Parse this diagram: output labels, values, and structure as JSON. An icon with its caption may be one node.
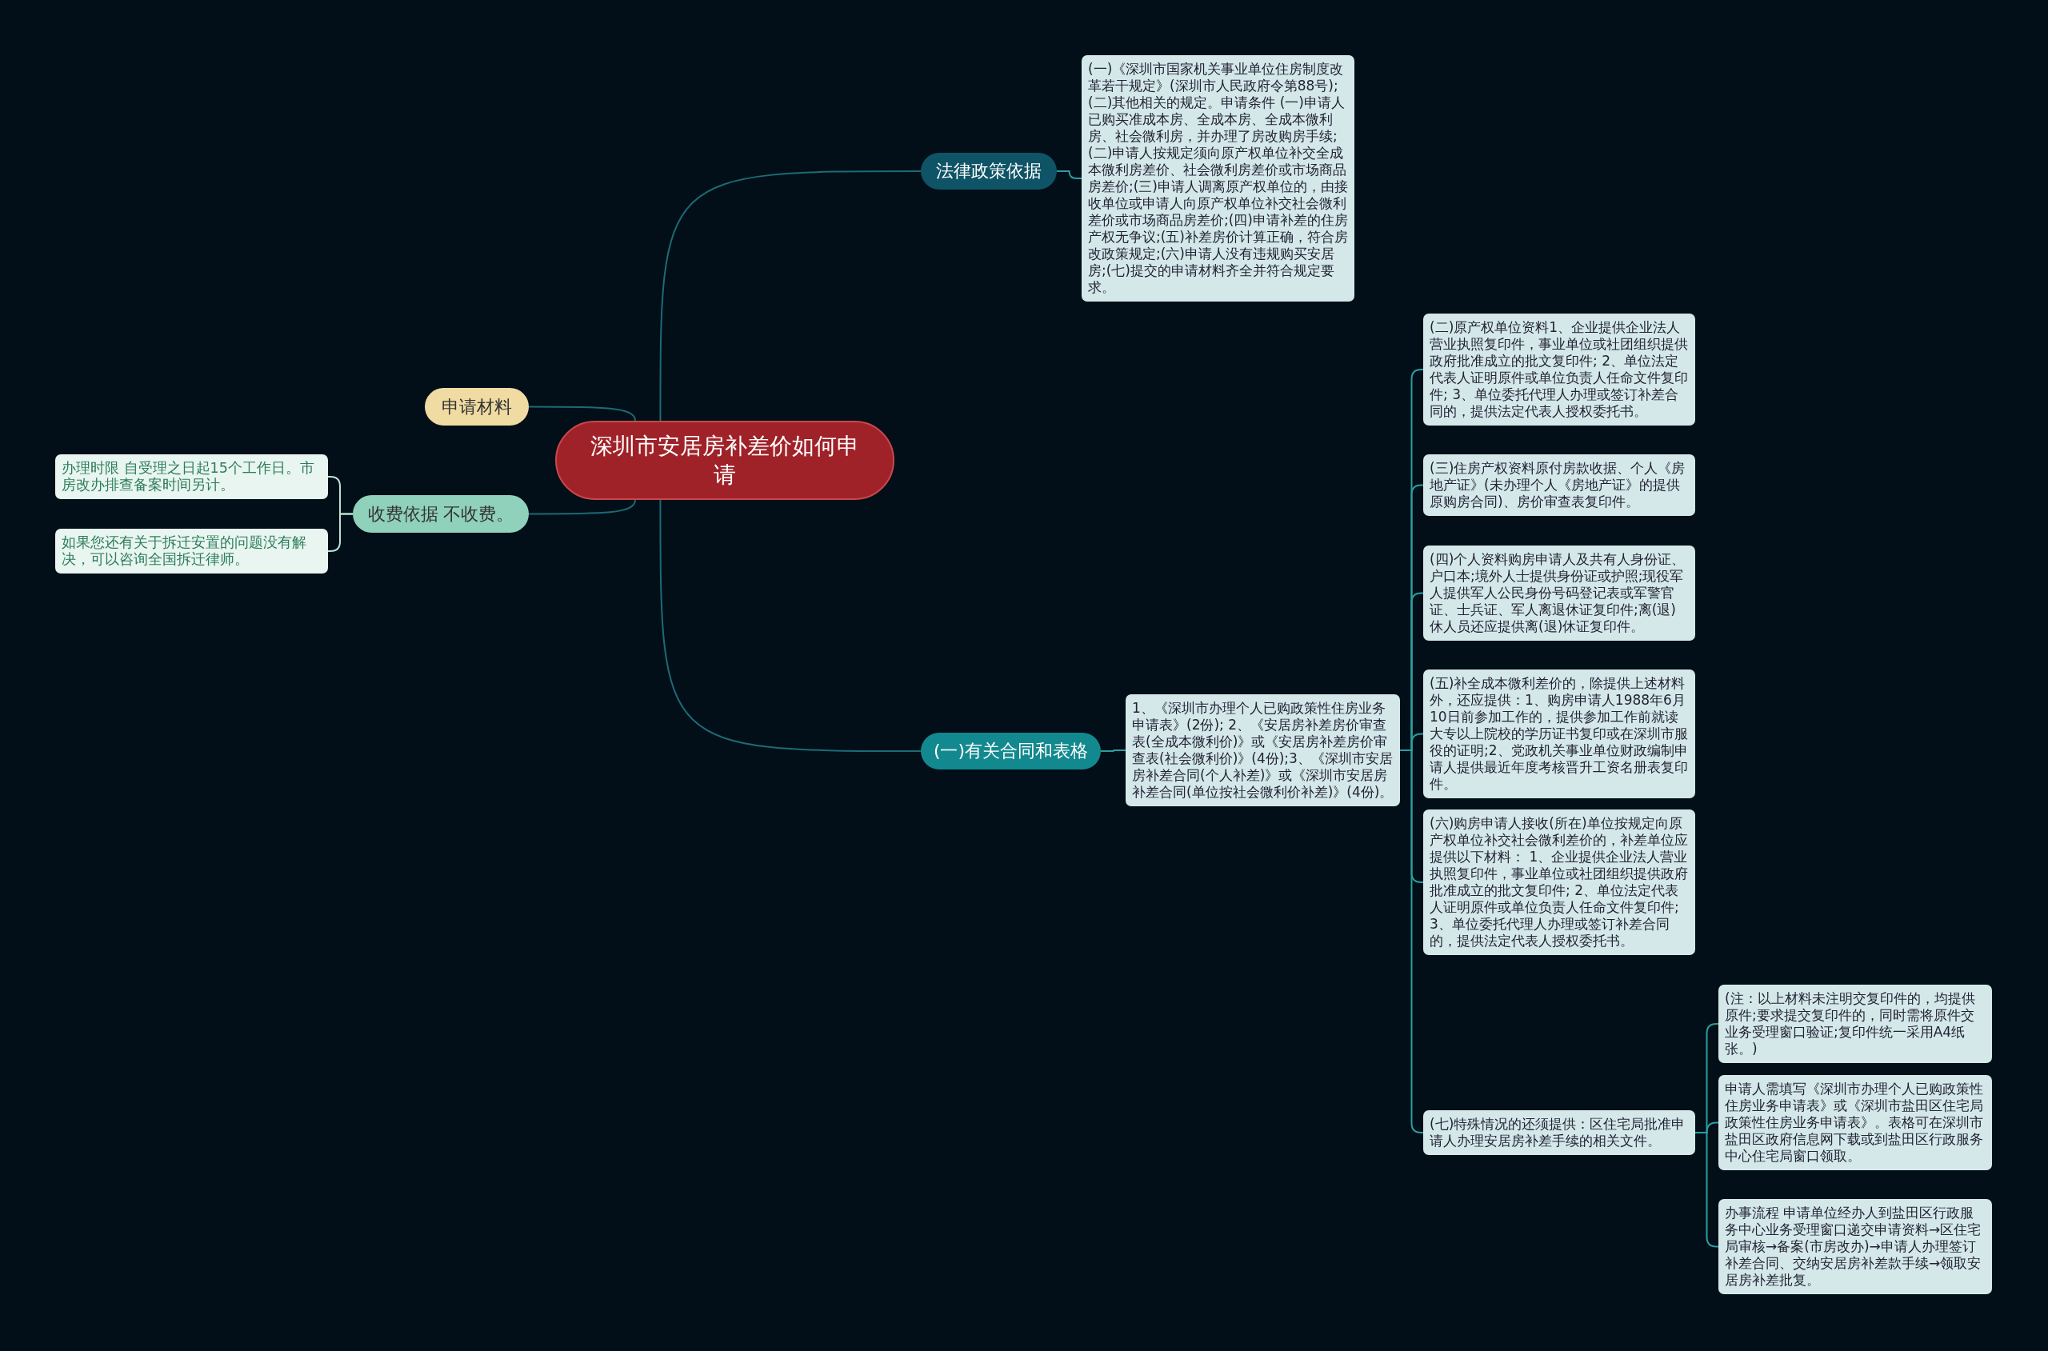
{
  "diagram": {
    "nodes": [
      {
        "text": [
          "深圳市安居房补差价如何申请"
        ]
      },
      {
        "text": [
          "法律政策依据"
        ]
      },
      {
        "text": [
          "(一)《深圳市国家机关事业单位住房制度改革若干规定》(深圳市人民政府令第88号);(二)其他相关的规定。申请条件 (一)申请人已购买准成本房、全成本房、全成本微利房、社会微利房，并办理了房改购房手续;(二)申请人按规定须向原产权单位补交全成本微利房差价、社会微利房差价或市场商品房差价;(三)申请人调离原产权单位的，由接收单位或申请人向原产权单位补交社会微利差价或市场商品房差价;(四)申请补差的住房产权无争议;(五)补差房价计算正确，符合房改政策规定;(六)申请人没有违规购买安居房;(七)提交的申请材料齐全并符合规定要求。"
        ]
      },
      {
        "text": [
          "申请材料"
        ]
      },
      {
        "text": [
          "收费依据 不收费。"
        ]
      },
      {
        "text": [
          "办理时限 自受理之日起15个工作日。市房改办排查备案时间另计。"
        ]
      },
      {
        "text": [
          "如果您还有关于拆迁安置的问题没有解决，可以咨询全国拆迁律师。"
        ]
      },
      {
        "text": [
          "(一)有关合同和表格"
        ]
      },
      {
        "text": [
          "1、《深圳市办理个人已购政策性住房业务申请表》(2份); 2、《安居房补差房价审查表(全成本微利价)》或《安居房补差房价审查表(社会微利价)》(4份);3、《深圳市安居房补差合同(个人补差)》或《深圳市安居房补差合同(单位按社会微利价补差)》(4份)。"
        ]
      },
      {
        "text": [
          "(二)原产权单位资料1、企业提供企业法人营业执照复印件，事业单位或社团组织提供政府批准成立的批文复印件; 2、单位法定代表人证明原件或单位负责人任命文件复印件; 3、单位委托代理人办理或签订补差合同的，提供法定代表人授权委托书。"
        ]
      },
      {
        "text": [
          "(三)住房产权资料原付房款收据、个人《房地产证》(未办理个人《房地产证》的提供原购房合同)、房价审查表复印件。"
        ]
      },
      {
        "text": [
          "(四)个人资料购房申请人及共有人身份证、户口本;境外人士提供身份证或护照;现役军人提供军人公民身份号码登记表或军警官证、士兵证、军人离退休证复印件;离(退)休人员还应提供离(退)休证复印件。"
        ]
      },
      {
        "text": [
          "(五)补全成本微利差价的，除提供上述材料外，还应提供：1、购房申请人1988年6月10日前参加工作的，提供参加工作前就读大专以上院校的学历证书复印或在深圳市服役的证明;2、党政机关事业单位财政编制申请人提供最近年度考核晋升工资名册表复印件。"
        ]
      },
      {
        "text": [
          "(六)购房申请人接收(所在)单位按规定向原产权单位补交社会微利差价的，补差单位应提供以下材料： 1、企业提供企业法人营业执照复印件，事业单位或社团组织提供政府批准成立的批文复印件; 2、单位法定代表人证明原件或单位负责人任命文件复印件; 3、单位委托代理人办理或签订补差合同的，提供法定代表人授权委托书。"
        ]
      },
      {
        "text": [
          "(七)特殊情况的还须提供：区住宅局批准申请人办理安居房补差手续的相关文件。"
        ]
      },
      {
        "text": [
          "(注：以上材料未注明交复印件的，均提供原件;要求提交复印件的，同时需将原件交业务受理窗口验证;复印件统一采用A4纸张。)"
        ]
      },
      {
        "text": [
          "申请人需填写《深圳市办理个人已购政策性住房业务申请表》或《深圳市盐田区住宅局政策性住房业务申请表》。表格可在深圳市盐田区政府信息网下载或到盐田区行政服务中心住宅局窗口领取。"
        ]
      },
      {
        "text": [
          "办事流程 申请单位经办人到盐田区行政服务中心业务受理窗口递交申请资料→区住宅局审核→备案(市房改办)→申请人办理签订补差合同、交纳安居房补差款手续→领取安居房补差批复。"
        ]
      }
    ],
    "edges": [
      {
        "from": 0,
        "to": 1,
        "arrow": "none",
        "color": "#1d6a76"
      },
      {
        "from": 1,
        "to": 2,
        "arrow": "none"
      },
      {
        "from": 0,
        "to": 3,
        "arrow": "none",
        "color": "#1d6a76"
      },
      {
        "from": 0,
        "to": 4,
        "arrow": "none",
        "color": "#1d6a76"
      },
      {
        "from": 4,
        "to": 5,
        "arrow": "none",
        "color": "#b9e4d2"
      },
      {
        "from": 4,
        "to": 6,
        "arrow": "none",
        "color": "#b9e4d2"
      },
      {
        "from": 0,
        "to": 7,
        "arrow": "none",
        "color": "#1d6a76"
      },
      {
        "from": 7,
        "to": 8,
        "arrow": "none"
      },
      {
        "from": 8,
        "to": 9,
        "arrow": "none"
      },
      {
        "from": 8,
        "to": 10,
        "arrow": "none"
      },
      {
        "from": 8,
        "to": 11,
        "arrow": "none"
      },
      {
        "from": 8,
        "to": 12,
        "arrow": "none"
      },
      {
        "from": 8,
        "to": 13,
        "arrow": "none"
      },
      {
        "from": 8,
        "to": 14,
        "arrow": "none"
      },
      {
        "from": 14,
        "to": 15,
        "arrow": "none"
      },
      {
        "from": 14,
        "to": 16,
        "arrow": "none"
      },
      {
        "from": 14,
        "to": 17,
        "arrow": "none"
      }
    ]
  }
}
